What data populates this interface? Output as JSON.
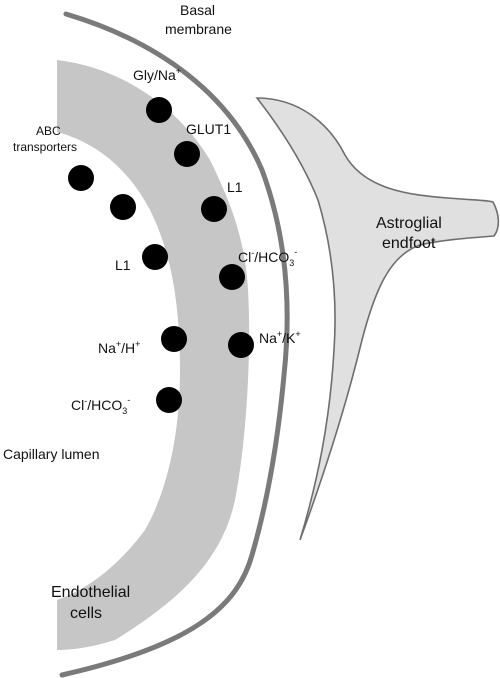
{
  "labels": {
    "basal_line1": "Basal",
    "basal_line2": "membrane",
    "astroglial_line1": "Astroglial",
    "astroglial_line2": "endfoot",
    "capillary_lumen": "Capillary lumen",
    "endothelial_line1": "Endothelial",
    "endothelial_line2": "cells",
    "abc_line1": "ABC",
    "abc_line2": "transporters"
  },
  "transporters": {
    "gly_na": {
      "base": "Gly/Na",
      "sup": "+"
    },
    "glut1": {
      "base": "GLUT1"
    },
    "l1_right": {
      "base": "L1"
    },
    "l1_left": {
      "base": "L1"
    },
    "cl_hco3_right": {
      "p1": "Cl",
      "s1": "-",
      "p2": "/HCO",
      "sub": "3",
      "s2": "-"
    },
    "na_h": {
      "p1": "Na",
      "s1": "+",
      "p2": "/H",
      "s2": "+"
    },
    "na_k": {
      "p1": "Na",
      "s1": "+",
      "p2": "/K",
      "s2": "+"
    },
    "cl_hco3_left": {
      "p1": "Cl",
      "s1": "-",
      "p2": "/HCO",
      "sub": "3",
      "s2": "-"
    }
  },
  "colors": {
    "endothelium": "#c6c6c6",
    "basal_membrane": "#7a7a7a",
    "astroglia_fill": "#e0e0e0",
    "astroglia_stroke": "#6e6e6e",
    "transporter": "#000000"
  }
}
